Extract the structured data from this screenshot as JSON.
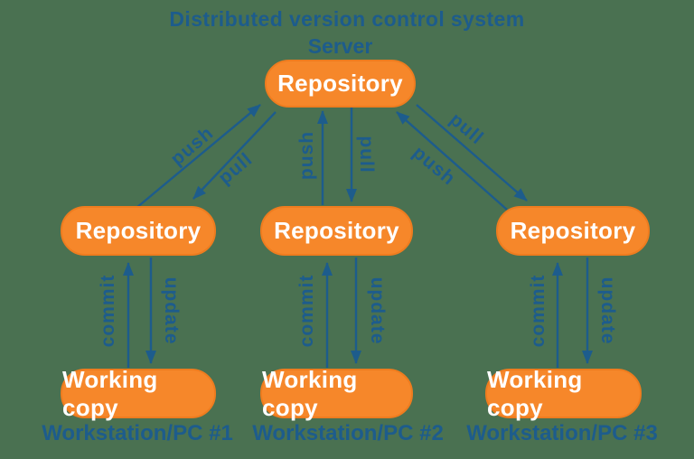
{
  "title": "Distributed version control system",
  "server": {
    "caption": "Server",
    "repository": "Repository"
  },
  "columns": [
    {
      "repository": "Repository",
      "working_copy": "Working copy",
      "workstation": "Workstation/PC #1",
      "commit_label": "commit",
      "update_label": "update"
    },
    {
      "repository": "Repository",
      "working_copy": "Working copy",
      "workstation": "Workstation/PC #2",
      "commit_label": "commit",
      "update_label": "update"
    },
    {
      "repository": "Repository",
      "working_copy": "Working copy",
      "workstation": "Workstation/PC #3",
      "commit_label": "commit",
      "update_label": "update"
    }
  ],
  "server_links": {
    "left": {
      "push": "push",
      "pull": "pull"
    },
    "middle": {
      "push": "push",
      "pull": "pull"
    },
    "right": {
      "push": "push",
      "pull": "pull"
    }
  },
  "colors": {
    "background": "#4A7151",
    "node_fill": "#F6872A",
    "node_border": "#EE7C1F",
    "node_text": "#FFFFFF",
    "accent_blue": "#1D5C8C"
  }
}
